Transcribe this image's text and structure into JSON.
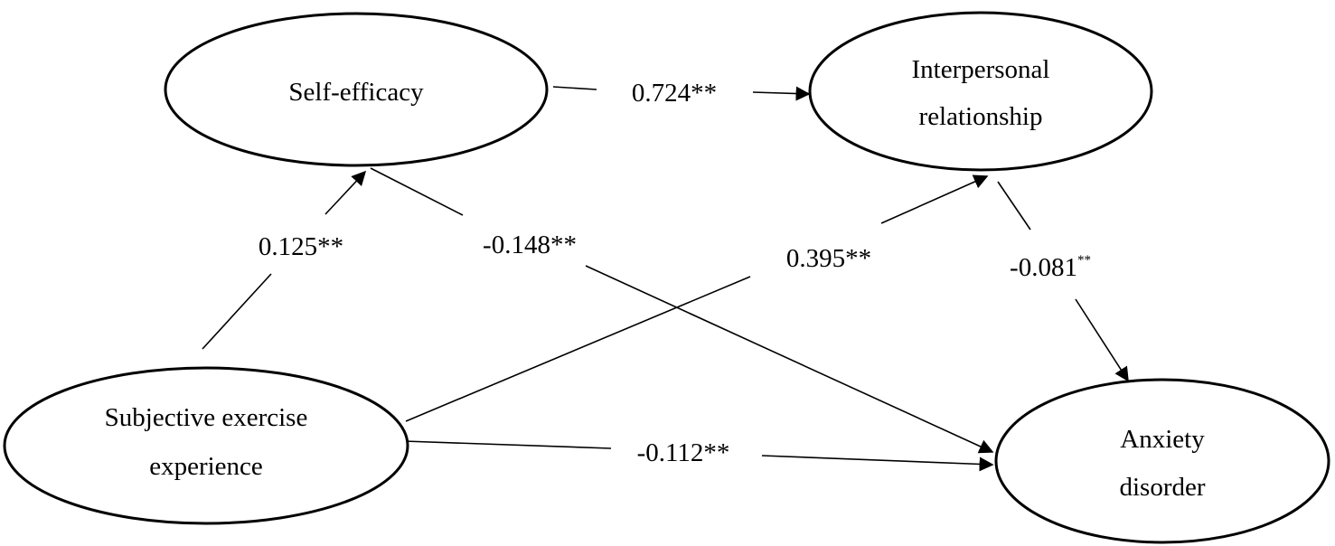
{
  "nodes": {
    "self_efficacy": {
      "label": "Self-efficacy"
    },
    "interpersonal": {
      "line1": "Interpersonal",
      "line2": "relationship"
    },
    "subjective": {
      "line1": "Subjective exercise",
      "line2": "experience"
    },
    "anxiety": {
      "line1": "Anxiety",
      "line2": "disorder"
    }
  },
  "paths": {
    "se_to_ip": {
      "value": "0.724**"
    },
    "subj_to_se": {
      "value": "0.125**"
    },
    "se_to_anx": {
      "value": "-0.148**"
    },
    "subj_to_ip": {
      "value": "0.395**"
    },
    "ip_to_anx": {
      "value": "-0.081",
      "sup": "**"
    },
    "subj_to_anx": {
      "value": "-0.112**"
    }
  }
}
